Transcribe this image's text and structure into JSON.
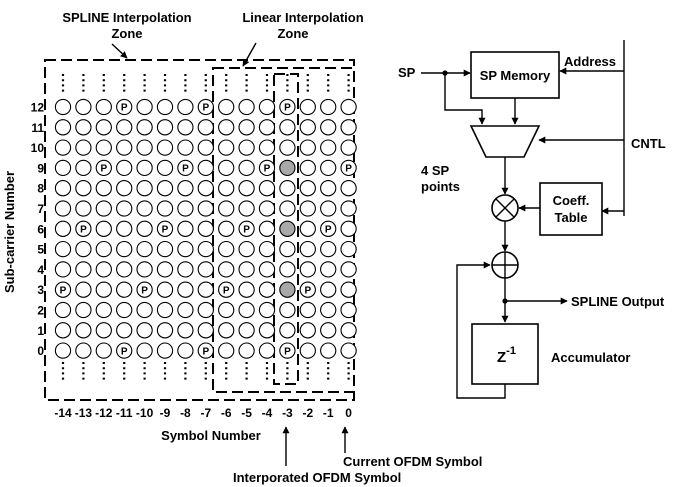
{
  "grid": {
    "columns": [
      "-14",
      "-13",
      "-12",
      "-11",
      "-10",
      "-9",
      "-8",
      "-7",
      "-6",
      "-5",
      "-4",
      "-3",
      "-2",
      "-1",
      "0"
    ],
    "rows": [
      "12",
      "11",
      "10",
      "9",
      "8",
      "7",
      "6",
      "5",
      "4",
      "3",
      "2",
      "1",
      "0"
    ],
    "pilot_label": "P",
    "pilots": [
      {
        "row": "12",
        "col": "-11"
      },
      {
        "row": "12",
        "col": "-7"
      },
      {
        "row": "12",
        "col": "-3"
      },
      {
        "row": "9",
        "col": "-12"
      },
      {
        "row": "9",
        "col": "-8"
      },
      {
        "row": "9",
        "col": "-4"
      },
      {
        "row": "9",
        "col": "0"
      },
      {
        "row": "6",
        "col": "-13"
      },
      {
        "row": "6",
        "col": "-9"
      },
      {
        "row": "6",
        "col": "-5"
      },
      {
        "row": "6",
        "col": "-1"
      },
      {
        "row": "3",
        "col": "-14"
      },
      {
        "row": "3",
        "col": "-10"
      },
      {
        "row": "3",
        "col": "-6"
      },
      {
        "row": "3",
        "col": "-2"
      },
      {
        "row": "0",
        "col": "-11"
      },
      {
        "row": "0",
        "col": "-7"
      },
      {
        "row": "0",
        "col": "-3"
      }
    ],
    "interpolated": [
      {
        "row": "9",
        "col": "-3"
      },
      {
        "row": "6",
        "col": "-3"
      },
      {
        "row": "3",
        "col": "-3"
      }
    ]
  },
  "labels": {
    "spline_zone_line1": "SPLINE Interpolation",
    "spline_zone_line2": "Zone",
    "linear_zone_line1": "Linear Interpolation",
    "linear_zone_line2": "Zone",
    "y_axis": "Sub-carrier Number",
    "x_axis": "Symbol Number",
    "current_symbol": "Current OFDM Symbol",
    "interpolated_symbol": "Interporated OFDM Symbol"
  },
  "block_diagram": {
    "sp_input": "SP",
    "sp_memory": "SP Memory",
    "address": "Address",
    "cntl": "CNTL",
    "sp_points_line1": "4 SP",
    "sp_points_line2": "points",
    "coeff_line1": "Coeff.",
    "coeff_line2": "Table",
    "output": "SPLINE Output",
    "delay_base": "Z",
    "delay_exp": "-1",
    "accumulator": "Accumulator"
  }
}
